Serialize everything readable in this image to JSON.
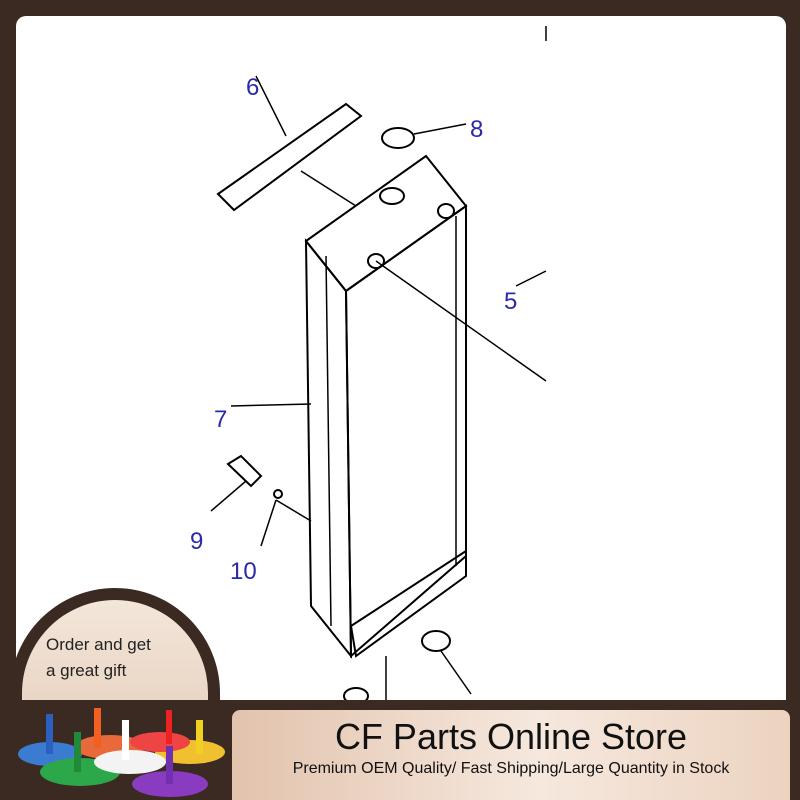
{
  "diagram": {
    "callouts": [
      "6",
      "8",
      "5",
      "7",
      "9",
      "10"
    ]
  },
  "promo": {
    "gift_line1": "Order and get",
    "gift_line2": "a great gift"
  },
  "banner": {
    "title": "CF Parts Online Store",
    "subtitle": "Premium OEM Quality/ Fast Shipping/Large Quantity in Stock"
  },
  "colors": {
    "frame": "#3a2a22",
    "callout": "#2a2aa8",
    "plate": "#f6e8de"
  }
}
